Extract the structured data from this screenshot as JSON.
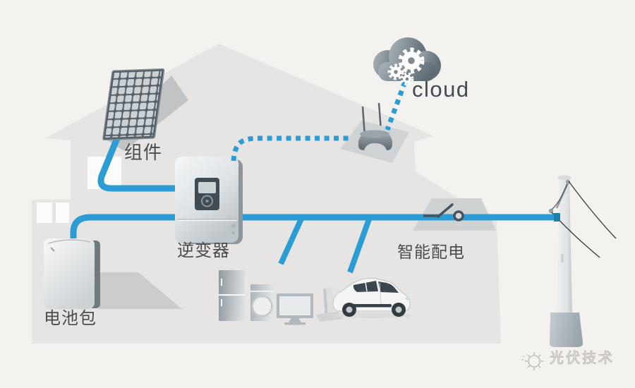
{
  "diagram": {
    "type": "home-pv-energy-system",
    "labels": {
      "pv_module": "组件",
      "inverter": "逆变器",
      "battery": "电池包",
      "smart_distribution": "智能配电",
      "cloud": "cloud",
      "watermark": "光伏技术"
    },
    "colors": {
      "background": "#f4f2ee",
      "house_gray": "#e6e5e3",
      "line_blue": "#2b9cd4",
      "label_text": "#4c4c4c"
    },
    "icons": {
      "solar-panel-icon": "tilted-grid-of-cells",
      "inverter-icon": "wall-box-with-display",
      "battery-icon": "rounded-floor-box",
      "router-icon": "dome-router-two-antennas",
      "cloud-icon": "cloud-with-gears",
      "switch-icon": "open-circuit-switch",
      "fridge-icon": "two-door-refrigerator",
      "washer-icon": "box-with-round-door",
      "monitor-icon": "screen-with-stand",
      "ev-car-icon": "hatchback-car",
      "ev-charger-icon": "charging-post",
      "utility-pole-icon": "pole-with-drop-wires",
      "sun-logo-icon": "sun-outline"
    },
    "connections": {
      "solid_lines": "PV module → inverter; battery → main bus → grid pole; bus branches → appliances, EV charger",
      "dotted_lines": "inverter → wifi router → cloud"
    }
  }
}
